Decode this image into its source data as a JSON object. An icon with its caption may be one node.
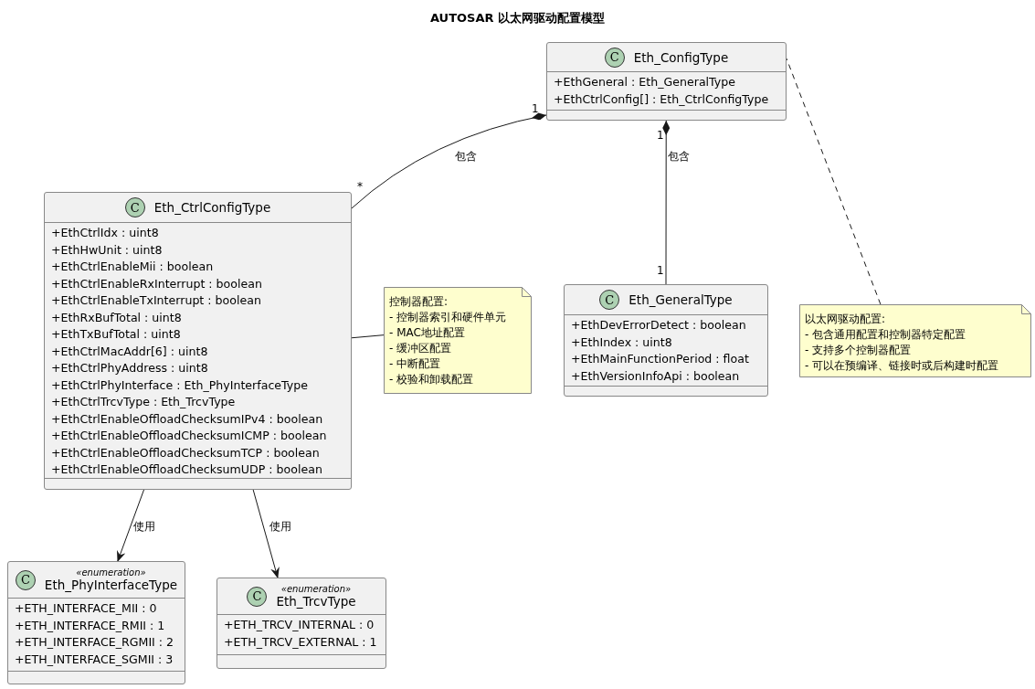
{
  "diagram": {
    "title": "AUTOSAR 以太网驱动配置模型",
    "nodes": [
      {
        "text": [
          "C",
          "Eth_ConfigType",
          "+EthGeneral : Eth_GeneralType",
          "+EthCtrlConfig[] : Eth_CtrlConfigType"
        ]
      },
      {
        "text": [
          "C",
          "Eth_CtrlConfigType",
          "+EthCtrlIdx : uint8",
          "+EthHwUnit : uint8",
          "+EthCtrlEnableMii : boolean",
          "+EthCtrlEnableRxInterrupt : boolean",
          "+EthCtrlEnableTxInterrupt : boolean",
          "+EthRxBufTotal : uint8",
          "+EthTxBufTotal : uint8",
          "+EthCtrlMacAddr[6] : uint8",
          "+EthCtrlPhyAddress : uint8",
          "+EthCtrlPhyInterface : Eth_PhyInterfaceType",
          "+EthCtrlTrcvType : Eth_TrcvType",
          "+EthCtrlEnableOffloadChecksumIPv4 : boolean",
          "+EthCtrlEnableOffloadChecksumICMP : boolean",
          "+EthCtrlEnableOffloadChecksumTCP : boolean",
          "+EthCtrlEnableOffloadChecksumUDP : boolean"
        ]
      },
      {
        "text": [
          "C",
          "Eth_GeneralType",
          "+EthDevErrorDetect : boolean",
          "+EthIndex : uint8",
          "+EthMainFunctionPeriod : float",
          "+EthVersionInfoApi : boolean"
        ]
      },
      {
        "text": [
          "控制器配置:",
          "- 控制器索引和硬件单元",
          "- MAC地址配置",
          "- 缓冲区配置",
          "- 中断配置",
          "- 校验和卸载配置"
        ]
      },
      {
        "text": [
          "以太网驱动配置:",
          "- 包含通用配置和控制器特定配置",
          "- 支持多个控制器配置",
          "- 可以在预编译、链接时或后构建时配置"
        ]
      },
      {
        "text": [
          "C",
          "«enumeration»",
          "Eth_PhyInterfaceType",
          "+ETH_INTERFACE_MII : 0",
          "+ETH_INTERFACE_RMII : 1",
          "+ETH_INTERFACE_RGMII : 2",
          "+ETH_INTERFACE_SGMII : 3"
        ]
      },
      {
        "text": [
          "C",
          "«enumeration»",
          "Eth_TrcvType",
          "+ETH_TRCV_INTERNAL : 0",
          "+ETH_TRCV_EXTERNAL : 1"
        ]
      }
    ],
    "edges": [
      {
        "from": 0,
        "to": 1,
        "arrow": "other",
        "label": "包含"
      },
      {
        "from": 0,
        "to": 2,
        "arrow": "other",
        "label": "包含"
      },
      {
        "from": 4,
        "to": 0,
        "arrow": "none",
        "style": "dashed"
      },
      {
        "from": 3,
        "to": 1,
        "arrow": "none"
      },
      {
        "from": 1,
        "to": 5,
        "arrow": "to",
        "label": "使用"
      },
      {
        "from": 1,
        "to": 6,
        "arrow": "to",
        "label": "使用"
      }
    ],
    "labels": [
      "1",
      "*",
      "1",
      "1"
    ]
  }
}
